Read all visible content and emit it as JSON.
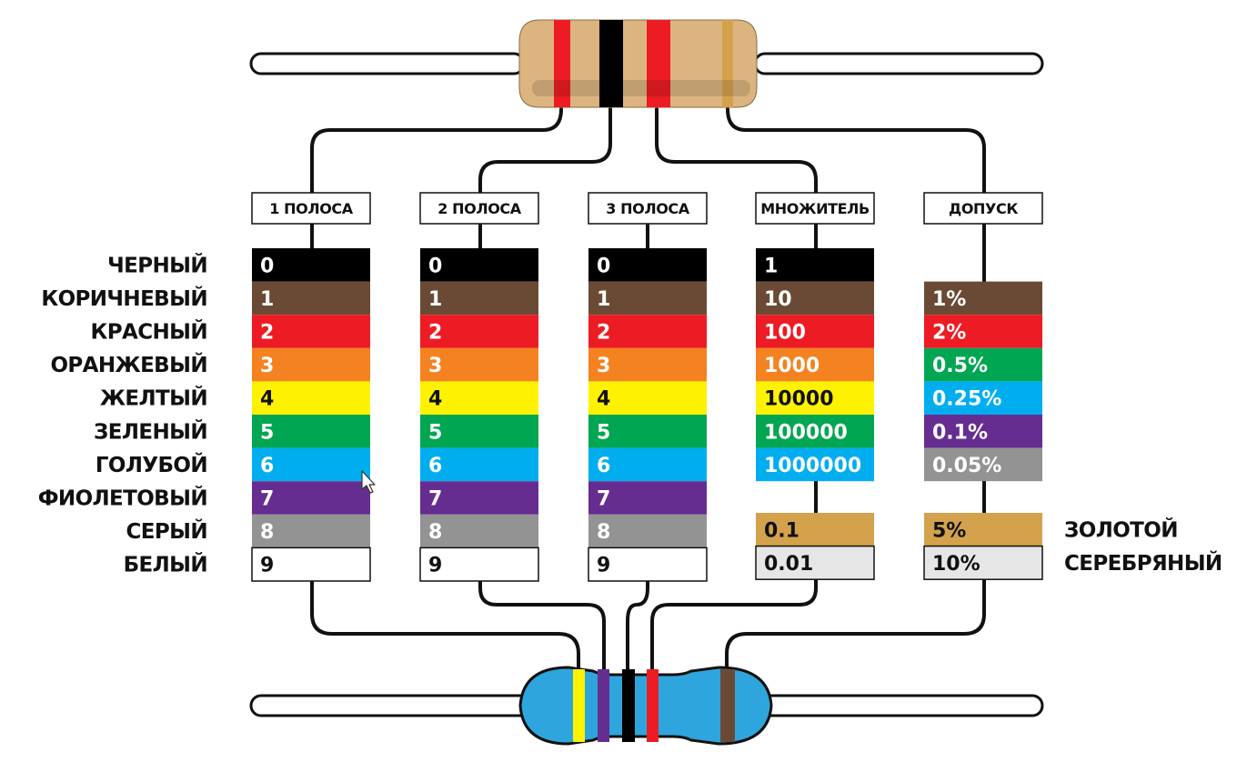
{
  "color_names": [
    "ЧЕРНЫЙ",
    "КОРИЧНЕВЫЙ",
    "КРАСНЫЙ",
    "ОРАНЖЕВЫЙ",
    "ЖЕЛТЫЙ",
    "ЗЕЛЕНЫЙ",
    "ГОЛУБОЙ",
    "ФИОЛЕТОВЫЙ",
    "СЕРЫЙ",
    "БЕЛЫЙ"
  ],
  "extra_names": [
    "ЗОЛОТОЙ",
    "СЕРЕБРЯНЫЙ"
  ],
  "colors": {
    "black": "#000000",
    "brown": "#6b4a35",
    "red": "#ed1c24",
    "orange": "#f58220",
    "yellow": "#fff200",
    "green": "#00a651",
    "blue": "#00aeef",
    "violet": "#662d91",
    "gray": "#939393",
    "white": "#ffffff",
    "gold": "#d4a24c",
    "silver": "#e6e6e6"
  },
  "columns": [
    {
      "header": "1 ПОЛОСА",
      "values": [
        "0",
        "1",
        "2",
        "3",
        "4",
        "5",
        "6",
        "7",
        "8",
        "9"
      ]
    },
    {
      "header": "2 ПОЛОСА",
      "values": [
        "0",
        "1",
        "2",
        "3",
        "4",
        "5",
        "6",
        "7",
        "8",
        "9"
      ]
    },
    {
      "header": "3 ПОЛОСА",
      "values": [
        "0",
        "1",
        "2",
        "3",
        "4",
        "5",
        "6",
        "7",
        "8",
        "9"
      ]
    },
    {
      "header": "МНОЖИТЕЛЬ",
      "values": [
        "1",
        "10",
        "100",
        "1000",
        "10000",
        "100000",
        "1000000"
      ],
      "gold": "0.1",
      "silver": "0.01"
    },
    {
      "header": "ДОПУСК",
      "values": [
        "1%",
        "2%",
        "0.5%",
        "0.25%",
        "0.1%",
        "0.05%"
      ],
      "gold": "5%",
      "silver": "10%"
    }
  ],
  "resistors": {
    "top": {
      "body_color": "#dcb47f",
      "bands": [
        "red",
        "black",
        "red",
        "gold"
      ]
    },
    "bottom": {
      "body_color": "#2ea6dd",
      "bands": [
        "yellow",
        "violet",
        "black",
        "red",
        "brown"
      ]
    }
  }
}
